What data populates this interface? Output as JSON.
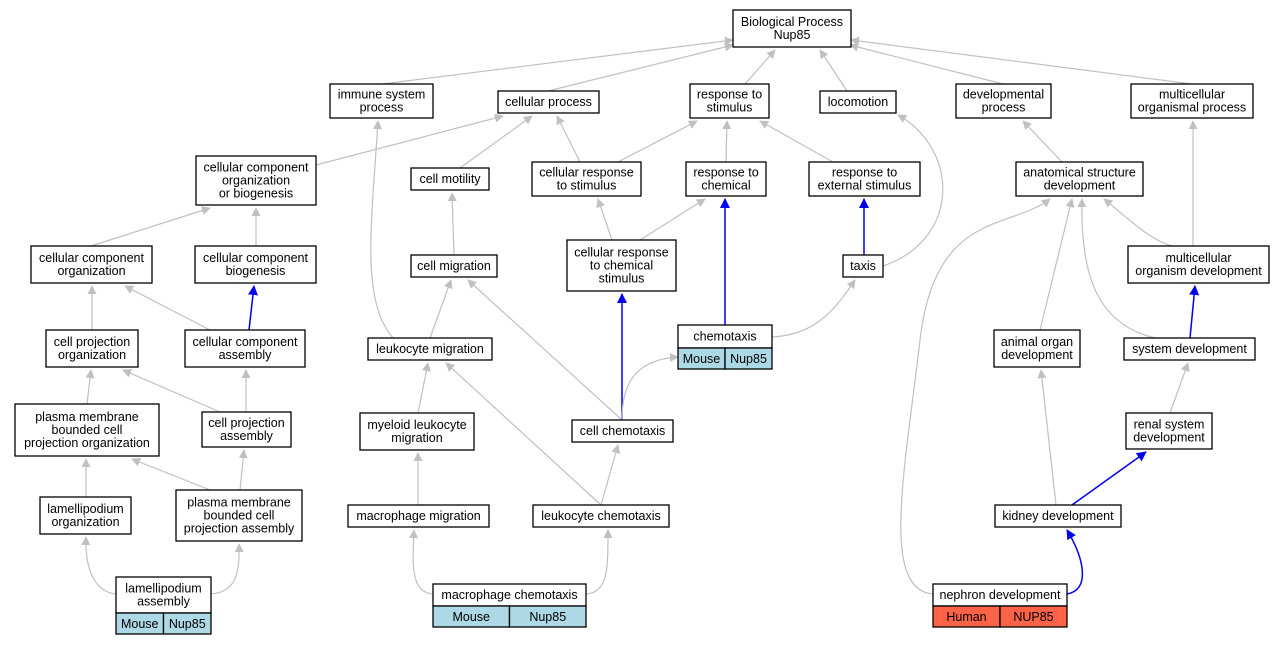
{
  "colors": {
    "gray_edge": "#c0c0c0",
    "blue_edge": "#0000ee",
    "mouse_tag": "#add8e6",
    "human_tag": "#ff6347"
  },
  "nodes": [
    {
      "id": "bp",
      "lines": [
        "Biological Process",
        "Nup85"
      ]
    },
    {
      "id": "immune",
      "lines": [
        "immune system",
        "process"
      ]
    },
    {
      "id": "cellproc",
      "lines": [
        "cellular process"
      ]
    },
    {
      "id": "resp_stim",
      "lines": [
        "response to",
        "stimulus"
      ]
    },
    {
      "id": "locomotion",
      "lines": [
        "locomotion"
      ]
    },
    {
      "id": "devproc",
      "lines": [
        "developmental",
        "process"
      ]
    },
    {
      "id": "multiproc",
      "lines": [
        "multicellular",
        "organismal process"
      ]
    },
    {
      "id": "ccorg_bio",
      "lines": [
        "cellular component",
        "organization",
        "or biogenesis"
      ]
    },
    {
      "id": "cellmot",
      "lines": [
        "cell motility"
      ]
    },
    {
      "id": "cellresp_stim",
      "lines": [
        "cellular response",
        "to stimulus"
      ]
    },
    {
      "id": "resp_chem",
      "lines": [
        "response to",
        "chemical"
      ]
    },
    {
      "id": "resp_ext",
      "lines": [
        "response to",
        "external stimulus"
      ]
    },
    {
      "id": "anat_dev",
      "lines": [
        "anatomical structure",
        "development"
      ]
    },
    {
      "id": "ccorg",
      "lines": [
        "cellular component",
        "organization"
      ]
    },
    {
      "id": "ccbio",
      "lines": [
        "cellular component",
        "biogenesis"
      ]
    },
    {
      "id": "cellmig",
      "lines": [
        "cell migration"
      ]
    },
    {
      "id": "cellresp_chem",
      "lines": [
        "cellular response",
        "to chemical",
        "stimulus"
      ]
    },
    {
      "id": "taxis",
      "lines": [
        "taxis"
      ]
    },
    {
      "id": "multi_dev",
      "lines": [
        "multicellular",
        "organism development"
      ]
    },
    {
      "id": "cellproj_org",
      "lines": [
        "cell projection",
        "organization"
      ]
    },
    {
      "id": "ccassembly",
      "lines": [
        "cellular component",
        "assembly"
      ]
    },
    {
      "id": "leuk_mig",
      "lines": [
        "leukocyte migration"
      ]
    },
    {
      "id": "chemotaxis",
      "lines": [
        "chemotaxis"
      ]
    },
    {
      "id": "animal_organ",
      "lines": [
        "animal organ",
        "development"
      ]
    },
    {
      "id": "sysdev",
      "lines": [
        "system development"
      ]
    },
    {
      "id": "pm_org",
      "lines": [
        "plasma membrane",
        "bounded cell",
        "projection organization"
      ]
    },
    {
      "id": "cellproj_asm",
      "lines": [
        "cell projection",
        "assembly"
      ]
    },
    {
      "id": "myeloid",
      "lines": [
        "myeloid leukocyte",
        "migration"
      ]
    },
    {
      "id": "cellchemo",
      "lines": [
        "cell chemotaxis"
      ]
    },
    {
      "id": "renal",
      "lines": [
        "renal system",
        "development"
      ]
    },
    {
      "id": "lamel_org",
      "lines": [
        "lamellipodium",
        "organization"
      ]
    },
    {
      "id": "pm_asm",
      "lines": [
        "plasma membrane",
        "bounded cell",
        "projection assembly"
      ]
    },
    {
      "id": "macro_mig",
      "lines": [
        "macrophage migration"
      ]
    },
    {
      "id": "leuk_chemo",
      "lines": [
        "leukocyte chemotaxis"
      ]
    },
    {
      "id": "kidney",
      "lines": [
        "kidney development"
      ]
    },
    {
      "id": "lamel_asm",
      "lines": [
        "lamellipodium",
        "assembly"
      ],
      "tags": [
        "Mouse",
        "Nup85"
      ],
      "tag_color": "mouse"
    },
    {
      "id": "macro_chemo",
      "lines": [
        "macrophage chemotaxis"
      ],
      "tags": [
        "Mouse",
        "Nup85"
      ],
      "tag_color": "mouse"
    },
    {
      "id": "nephron",
      "lines": [
        "nephron development"
      ],
      "tags": [
        "Human",
        "NUP85"
      ],
      "tag_color": "human"
    }
  ],
  "chemotaxis_tags": [
    "Mouse",
    "Nup85"
  ],
  "edges": [
    {
      "from": "immune",
      "to": "bp",
      "color": "gray"
    },
    {
      "from": "cellproc",
      "to": "bp",
      "color": "gray"
    },
    {
      "from": "resp_stim",
      "to": "bp",
      "color": "gray"
    },
    {
      "from": "locomotion",
      "to": "bp",
      "color": "gray"
    },
    {
      "from": "devproc",
      "to": "bp",
      "color": "gray"
    },
    {
      "from": "multiproc",
      "to": "bp",
      "color": "gray"
    },
    {
      "from": "ccorg_bio",
      "to": "cellproc",
      "color": "gray"
    },
    {
      "from": "cellmot",
      "to": "cellproc",
      "color": "gray"
    },
    {
      "from": "cellresp_stim",
      "to": "cellproc",
      "color": "gray"
    },
    {
      "from": "cellresp_stim",
      "to": "resp_stim",
      "color": "gray"
    },
    {
      "from": "resp_chem",
      "to": "resp_stim",
      "color": "gray"
    },
    {
      "from": "resp_ext",
      "to": "resp_stim",
      "color": "gray"
    },
    {
      "from": "anat_dev",
      "to": "devproc",
      "color": "gray"
    },
    {
      "from": "multi_dev",
      "to": "multiproc",
      "color": "gray"
    },
    {
      "from": "ccorg",
      "to": "ccorg_bio",
      "color": "gray"
    },
    {
      "from": "ccbio",
      "to": "ccorg_bio",
      "color": "gray"
    },
    {
      "from": "cellmig",
      "to": "cellmot",
      "color": "gray"
    },
    {
      "from": "cellresp_chem",
      "to": "cellresp_stim",
      "color": "gray"
    },
    {
      "from": "cellresp_chem",
      "to": "resp_chem",
      "color": "gray"
    },
    {
      "from": "chemotaxis",
      "to": "resp_chem",
      "color": "blue"
    },
    {
      "from": "taxis",
      "to": "resp_ext",
      "color": "blue"
    },
    {
      "from": "taxis",
      "to": "locomotion",
      "color": "gray"
    },
    {
      "from": "multi_dev",
      "to": "anat_dev",
      "color": "gray"
    },
    {
      "from": "cellproj_org",
      "to": "ccorg",
      "color": "gray"
    },
    {
      "from": "ccassembly",
      "to": "ccorg",
      "color": "gray"
    },
    {
      "from": "ccassembly",
      "to": "ccbio",
      "color": "blue"
    },
    {
      "from": "leuk_mig",
      "to": "cellmig",
      "color": "gray"
    },
    {
      "from": "leuk_mig",
      "to": "immune",
      "color": "gray"
    },
    {
      "from": "chemotaxis",
      "to": "taxis",
      "color": "gray"
    },
    {
      "from": "animal_organ",
      "to": "anat_dev",
      "color": "gray"
    },
    {
      "from": "sysdev",
      "to": "anat_dev",
      "color": "gray"
    },
    {
      "from": "sysdev",
      "to": "multi_dev",
      "color": "blue"
    },
    {
      "from": "pm_org",
      "to": "cellproj_org",
      "color": "gray"
    },
    {
      "from": "cellproj_asm",
      "to": "cellproj_org",
      "color": "gray"
    },
    {
      "from": "cellproj_asm",
      "to": "ccassembly",
      "color": "gray"
    },
    {
      "from": "myeloid",
      "to": "leuk_mig",
      "color": "gray"
    },
    {
      "from": "cellchemo",
      "to": "cellmig",
      "color": "gray"
    },
    {
      "from": "cellchemo",
      "to": "cellresp_chem",
      "color": "blue"
    },
    {
      "from": "cellchemo",
      "to": "chemotaxis",
      "color": "gray"
    },
    {
      "from": "renal",
      "to": "sysdev",
      "color": "gray"
    },
    {
      "from": "lamel_org",
      "to": "pm_org",
      "color": "gray"
    },
    {
      "from": "pm_asm",
      "to": "pm_org",
      "color": "gray"
    },
    {
      "from": "pm_asm",
      "to": "cellproj_asm",
      "color": "gray"
    },
    {
      "from": "macro_mig",
      "to": "myeloid",
      "color": "gray"
    },
    {
      "from": "leuk_chemo",
      "to": "leuk_mig",
      "color": "gray"
    },
    {
      "from": "leuk_chemo",
      "to": "cellchemo",
      "color": "gray"
    },
    {
      "from": "kidney",
      "to": "animal_organ",
      "color": "gray"
    },
    {
      "from": "kidney",
      "to": "renal",
      "color": "blue"
    },
    {
      "from": "lamel_asm",
      "to": "lamel_org",
      "color": "gray"
    },
    {
      "from": "lamel_asm",
      "to": "pm_asm",
      "color": "gray"
    },
    {
      "from": "macro_chemo",
      "to": "macro_mig",
      "color": "gray"
    },
    {
      "from": "macro_chemo",
      "to": "leuk_chemo",
      "color": "gray"
    },
    {
      "from": "nephron",
      "to": "kidney",
      "color": "blue"
    },
    {
      "from": "nephron",
      "to": "anat_dev",
      "color": "gray"
    }
  ]
}
